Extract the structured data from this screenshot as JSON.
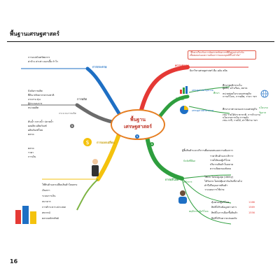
{
  "header": {
    "title": "พื้นฐานเศรษฐศาสตร์"
  },
  "page_number": "16",
  "center": {
    "line1": "พื้นฐาน",
    "line2": "เศรษฐศาสตร์",
    "badge": "1"
  },
  "branches": {
    "meaning": {
      "label": "ความหมาย",
      "text1": "\"ศึกษาเกี่ยวกับการจัดสรรทรัพยากรที่มีอยู่อย่างจำกัด",
      "text2": "เพื่อตอบสนองความต้องการของมนุษย์ที่ไม่จำกัด\"",
      "father": "บิดาวิชาเศรษฐศาสตร์ คือ อดัม สมิธ"
    },
    "types": {
      "label": "2 ภาค",
      "micro": "เศรษฐศาสตร์จุลภาค",
      "macro": "เศรษฐศาสตร์มหภาค",
      "study": "ศึกษา",
      "micro_items": [
        "ศึกษาพฤติกรรมใน",
        "ผู้ผลิต, ครัวเรือน, ตลาด",
        "หน่วยย่อยในระบบเศรษฐกิจ",
        "การบริโภค, การผลิต, ราคา ฯลฯ"
      ],
      "macro_items": [
        "ศึกษาภาพรวมของระบบเศรษฐกิจ",
        "เช่น รายได้ประชาชาติ, การจ้างงาน",
        "นโยบายการเงิน การคลัง",
        "เช่น ภาษี, รายได้, ค่าใช้จ่าย ฯลฯ"
      ],
      "extra": [
        "นโยบาย",
        "รัฐบาล"
      ]
    },
    "consumption": {
      "label": "การบริโภค",
      "badge": "1",
      "intro": "ผู้ซื้อสินค้าและบริการเพื่อตอบสนองความต้องการ",
      "sub1": "ปัจจัยที่มีผล",
      "factors": [
        "ราคาสินค้าและบริการ",
        "รายได้ของผู้บริโภค",
        "ปริมาณสินค้าในตลาด",
        "ความนิยมของสังคม"
      ],
      "sub2": "หลักการ",
      "principles": [
        "ใช้ประโยชน์สูงสุด (Utility)",
        "ได้รับประโยชน์คุ้มค่ากับเงินที่จ่ายไป",
        "คำนึงถึงคุณภาพสินค้า",
        "วางแผนการใช้จ่าย"
      ],
      "sub3": "พฤติกรรมผู้บริโภค",
      "behaviors": [
        "คุ้มครองผู้บริโภค",
        "สิทธิได้รับข้อมูลข่าวสาร",
        "สิทธิในการเลือกซื้อสินค้า",
        "สิทธิได้รับความปลอดภัย"
      ],
      "hotlines": [
        "1166",
        "1569",
        "1556"
      ]
    },
    "production": {
      "label": "การผลิต",
      "intro": "ปัจจัยการผลิต",
      "lines": [
        "ที่ดิน ทรัพยากรธรรมชาติ",
        "แรงงาน ทุน",
        "ผู้ประกอบการ",
        "หน่วยผลิต"
      ],
      "sub1": "กระบวนการผลิต",
      "badge": "1",
      "chain": [
        "ต้นน้ำ กลางน้ำ ปลายน้ำ",
        "ผลผลิต ผลิตภัณฑ์",
        "ผลิตภัณฑ์ใหม่",
        "ตลาด"
      ]
    },
    "distribution": {
      "label": "การกระจาย",
      "lines": [
        "การแบ่งปันทรัพยากร",
        "ค่าจ้าง ค่าเช่า ดอกเบี้ย กำไร"
      ]
    },
    "exchange": {
      "label": "การแลกเปลี่ยน",
      "lines": [
        "ตลาด",
        "ราคา",
        "การเงิน"
      ],
      "steps": [
        "ใช้สินค้าแลกเปลี่ยนสินค้าโดยตรง",
        "เงินตรา",
        "ระบบการเงิน",
        "ธนาคาร",
        "การค้าระหว่างประเทศ",
        "สหกรณ์",
        "ตลาดหลักทรัพย์"
      ]
    }
  },
  "colors": {
    "center_ring": "#e67e22",
    "red": "#e53935",
    "green": "#2e9e3e",
    "yellow": "#f4c20d",
    "blue": "#1e6fc4",
    "gray": "#6b6b6b",
    "olive": "#7cb342"
  }
}
